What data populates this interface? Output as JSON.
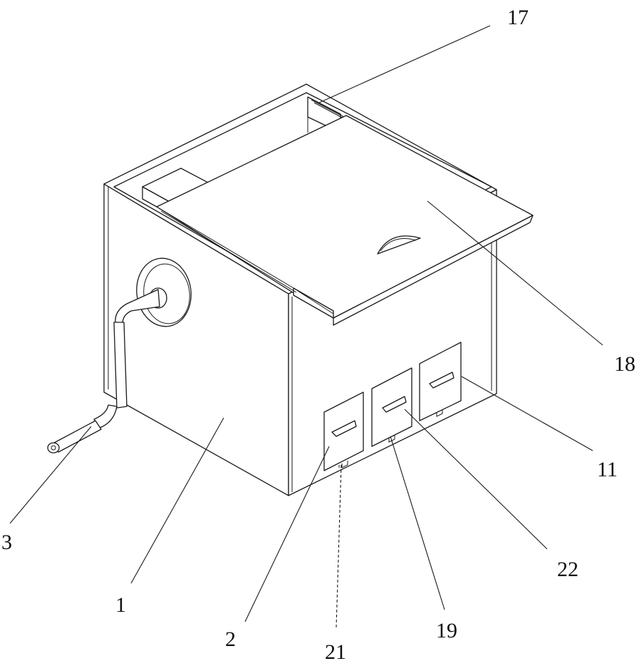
{
  "callouts": {
    "c17": "17",
    "c18": "18",
    "c11": "11",
    "c22": "22",
    "c19": "19",
    "c21": "21",
    "c2": "2",
    "c1": "1",
    "c3": "3"
  },
  "colors": {
    "line": "#1a1a1a",
    "background": "#ffffff"
  }
}
